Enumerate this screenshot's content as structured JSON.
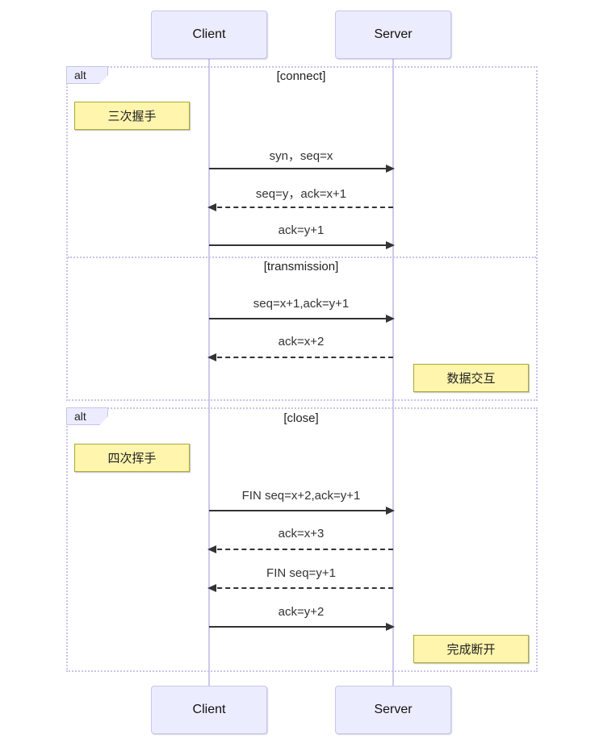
{
  "diagram": {
    "type": "sequence-diagram",
    "actors": [
      {
        "name": "client",
        "label": "Client"
      },
      {
        "name": "server",
        "label": "Server"
      }
    ],
    "frames": [
      {
        "operator": "alt",
        "sections": [
          {
            "condition": "[connect]"
          },
          {
            "condition": "[transmission]"
          }
        ]
      },
      {
        "operator": "alt",
        "sections": [
          {
            "condition": "[close]"
          }
        ]
      }
    ],
    "notes": [
      {
        "text": "三次握手",
        "position": "left of Client"
      },
      {
        "text": "数据交互",
        "position": "right of Server"
      },
      {
        "text": "四次挥手",
        "position": "left of Client"
      },
      {
        "text": "完成断开",
        "position": "right of Server"
      }
    ],
    "messages": [
      {
        "label": "syn，seq=x",
        "from": "Client",
        "to": "Server",
        "line": "solid"
      },
      {
        "label": "seq=y，ack=x+1",
        "from": "Server",
        "to": "Client",
        "line": "dashed"
      },
      {
        "label": "ack=y+1",
        "from": "Client",
        "to": "Server",
        "line": "solid"
      },
      {
        "label": "seq=x+1,ack=y+1",
        "from": "Client",
        "to": "Server",
        "line": "solid"
      },
      {
        "label": "ack=x+2",
        "from": "Server",
        "to": "Client",
        "line": "dashed"
      },
      {
        "label": "FIN seq=x+2,ack=y+1",
        "from": "Client",
        "to": "Server",
        "line": "solid"
      },
      {
        "label": "ack=x+3",
        "from": "Server",
        "to": "Client",
        "line": "dashed"
      },
      {
        "label": "FIN seq=y+1",
        "from": "Server",
        "to": "Client",
        "line": "dashed"
      },
      {
        "label": "ack=y+2",
        "from": "Client",
        "to": "Server",
        "line": "solid"
      }
    ],
    "colors": {
      "background": "#FFFFFF",
      "actor_fill": "#ECECFF",
      "actor_border": "#C6C6F2",
      "note_fill": "#FFF5AD",
      "note_border": "#AAAA33",
      "frame_border": "#C9C3EC",
      "lifeline": "#CFC7ED",
      "arrow": "#333333"
    }
  }
}
